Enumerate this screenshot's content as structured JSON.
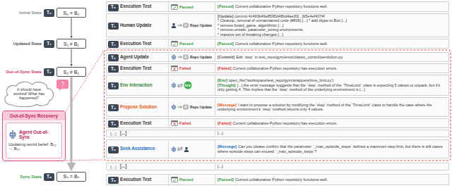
{
  "diagram": {
    "nodes": [
      {
        "text": [
          "T₀"
        ]
      },
      {
        "text": [
          "S₀ = B₀"
        ]
      },
      {
        "text": [
          "T₁"
        ]
      },
      {
        "text": [
          "S₁ ≠ B₁"
        ]
      },
      {
        "text": [
          "T₂"
        ]
      },
      {
        "text": [
          "S₂ ≠ B₂"
        ]
      },
      {
        "text": [
          "It should have worked! What has happened?"
        ]
      },
      {
        "text": [
          "Out-of-Sync Recovery"
        ]
      },
      {
        "text": [
          "Agent Out-of-Sync",
          "Updating world belief: B₁₂ → B₁ₙ"
        ],
        "in": 7
      },
      {
        "text": [
          "Tₙ"
        ]
      },
      {
        "text": [
          "Sₙ = Bₙ"
        ]
      },
      {
        "text": [
          "Execution Test",
          "Passed",
          "[Passed]",
          "Current collaborative Python repository functions well."
        ]
      },
      {
        "text": [
          "T₀"
        ],
        "in": 11
      },
      {
        "text": [
          "Human Update",
          "Repo Update",
          "[Update]",
          "commit 4c460b46e8595d48bd4ae30[...]b5e4ef4074f",
          "* Cleanup, removal of unmaintained code (#836) [...] * add dtype to Box [...]",
          "* remove board_game, algorithmic [...]",
          "* remove unsafe, parameter_tuning environments",
          "* massive set of breaking changes [...]"
        ]
      },
      {
        "text": [
          "T₁"
        ],
        "in": 13
      },
      {
        "text": [
          "Execution Test",
          "Passed",
          "[Passed]",
          "Current collaborative Python repository functions well."
        ]
      },
      {
        "text": [
          "T₁"
        ],
        "in": 15
      },
      {
        "text": [
          "Agent Update",
          "Repo Update",
          "[Commit]",
          "Edit `step` in test_repo/gym/envs/classic_control/pendulum.py"
        ]
      },
      {
        "text": [
          "T₂"
        ],
        "in": 17
      },
      {
        "text": [
          "Execution Test",
          "Failed",
          "[Failed]",
          "Current collaborative Python repository has execution errors."
        ]
      },
      {
        "text": [
          "T₂"
        ],
        "in": 19
      },
      {
        "text": [
          "Env Interaction",
          "[Env]",
          "open_file('/workspace/test_repo/gym/wrappers/time_limit.py')",
          "[Thought]",
          "[...] the error message suggests that the `step` method of the `TimeLimit` class is expecting 5 values to unpack, but it's only getting 4. This implies that the `step` method of the underlying environment is [...]"
        ]
      },
      {
        "text": [
          "T₃"
        ],
        "in": 21
      },
      {
        "text": [
          "Propose Solution",
          "Repo Update",
          "[Message]",
          "I want to propose a solution by modifying the `step` method of the `TimeLimit` class to handle the case where the underlying environment's `step` method returns only 4 values."
        ]
      },
      {
        "text": [
          "T₄"
        ],
        "in": 23
      },
      {
        "text": [
          "Execution Test",
          "Failed",
          "[Failed]",
          "Current collaborative Python repository has execution errors."
        ]
      },
      {
        "text": [
          "T₄"
        ],
        "in": 25
      },
      {
        "text": [
          "[...]",
          "[...]",
          "[...]"
        ]
      },
      {
        "text": [
          "Seek Assistance",
          "[Message]",
          "Can you please confirm that the parameter `_max_episode_steps` defines a maximum step limit, but there is still cases where episode steps can exceed `_max_episode_steps`?"
        ]
      },
      {
        "text": [
          "T₉"
        ],
        "in": 28
      },
      {
        "text": [
          "[...]",
          "[...]",
          "[...]"
        ]
      },
      {
        "text": [
          "Execution Test",
          "Passed",
          "[Passed]",
          "Current collaborative Python repository functions well."
        ]
      },
      {
        "text": [
          "Tₙ"
        ],
        "in": 31
      }
    ],
    "edges": [
      {
        "from": 1,
        "to": 3,
        "arrow": "to"
      },
      {
        "from": 3,
        "to": 5,
        "arrow": "to"
      },
      {
        "from": 5,
        "to": 10,
        "arrow": "to"
      }
    ],
    "labels": [
      "Initial State",
      "Updated State",
      "Out-of-Sync State",
      "Sync State",
      "Env"
    ]
  }
}
